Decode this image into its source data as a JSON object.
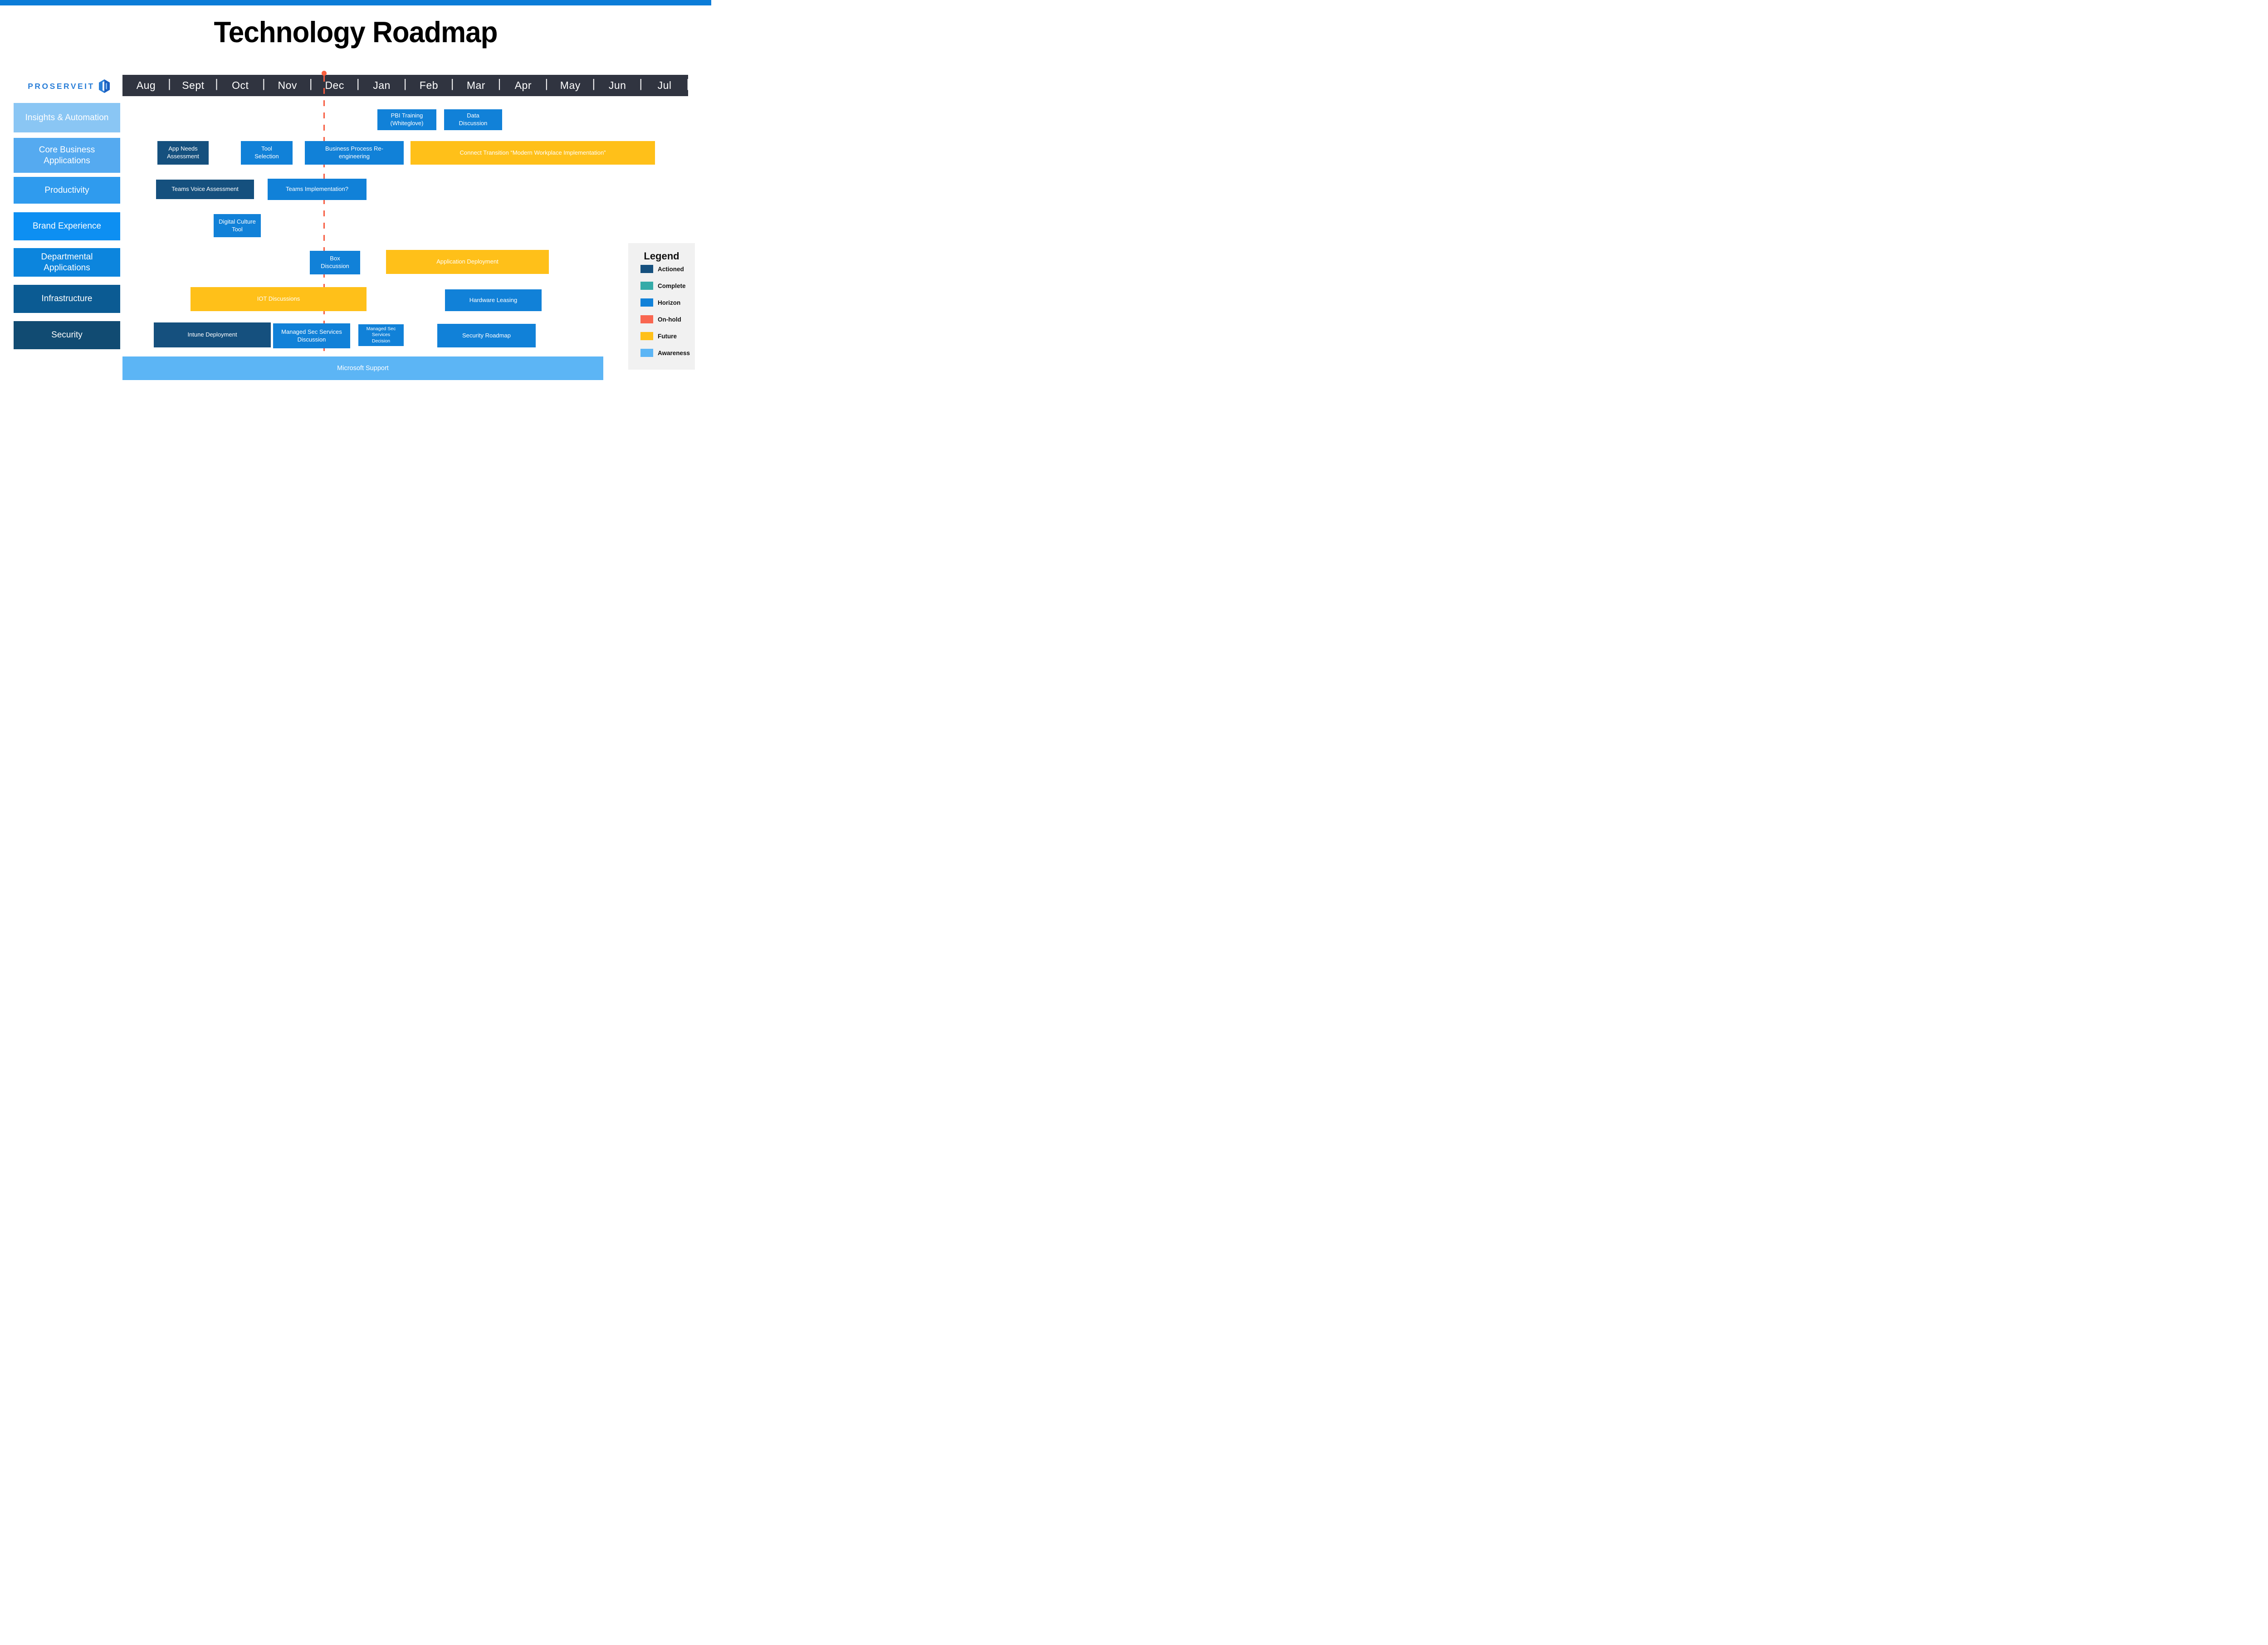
{
  "page": {
    "title": "Technology Roadmap",
    "top_bar_color": "#0b7cd8",
    "background": "#ffffff"
  },
  "logo": {
    "text": "PROSERVEIT"
  },
  "timeline": {
    "months": [
      "Aug",
      "Sept",
      "Oct",
      "Nov",
      "Dec",
      "Jan",
      "Feb",
      "Mar",
      "Apr",
      "May",
      "Jun",
      "Jul"
    ],
    "separator": "|"
  },
  "colors": {
    "actioned": "#15507e",
    "complete": "#35aba8",
    "horizon": "#1181d8",
    "onhold": "#f96650",
    "future": "#ffc019",
    "awareness": "#5cb5f5",
    "header_bg": "#303440",
    "marker": "#fa603e"
  },
  "categories": [
    {
      "label": "Insights & Automation",
      "color": "#8ac6f4",
      "bars": [
        {
          "label": "PBI Training (Whiteglove)",
          "status": "horizon"
        },
        {
          "label": "Data Discussion",
          "status": "horizon"
        }
      ]
    },
    {
      "label": "Core Business Applications",
      "color": "#55aaf0",
      "bars": [
        {
          "label": "App Needs Assessment",
          "status": "actioned"
        },
        {
          "label": "Tool Selection",
          "status": "horizon"
        },
        {
          "label": "Business Process Re-engineering",
          "status": "horizon"
        },
        {
          "label": "Connect Transition “Modern Workplace Implementation”",
          "status": "future"
        }
      ]
    },
    {
      "label": "Productivity",
      "color": "#2f9bee",
      "bars": [
        {
          "label": "Teams Voice Assessment",
          "status": "actioned"
        },
        {
          "label": "Teams Implementation?",
          "status": "horizon"
        }
      ]
    },
    {
      "label": "Brand Experience",
      "color": "#0d8ff2",
      "bars": [
        {
          "label": "Digital Culture Tool",
          "status": "horizon"
        }
      ]
    },
    {
      "label": "Departmental Applications",
      "color": "#0c85dd",
      "bars": [
        {
          "label": "Box Discussion",
          "status": "horizon"
        },
        {
          "label": "Application Deployment",
          "status": "future"
        }
      ]
    },
    {
      "label": "Infrastructure",
      "color": "#0b5b93",
      "bars": [
        {
          "label": "IOT Discussions",
          "status": "future"
        },
        {
          "label": "Hardware Leasing",
          "status": "horizon"
        }
      ]
    },
    {
      "label": "Security",
      "color": "#114b72",
      "bars": [
        {
          "label": "Intune Deployment",
          "status": "actioned"
        },
        {
          "label": "Managed Sec Services Discussion",
          "status": "horizon"
        },
        {
          "label": "Managed Sec Services Decision",
          "status": "horizon"
        },
        {
          "label": "Security Roadmap",
          "status": "horizon"
        }
      ]
    }
  ],
  "support_bar": {
    "label": "Microsoft Support",
    "status": "awareness"
  },
  "legend": {
    "title": "Legend",
    "items": [
      {
        "label": "Actioned",
        "color": "#15507e"
      },
      {
        "label": "Complete",
        "color": "#35aba8"
      },
      {
        "label": "Horizon",
        "color": "#1181d8"
      },
      {
        "label": "On-hold",
        "color": "#f96650"
      },
      {
        "label": "Future",
        "color": "#ffc019"
      },
      {
        "label": "Awareness",
        "color": "#5cb5f5"
      }
    ]
  },
  "chart_data": {
    "type": "bar",
    "subtype": "roadmap-gantt",
    "title": "Technology Roadmap",
    "x_axis": {
      "unit": "month",
      "ticks": [
        "Aug",
        "Sept",
        "Oct",
        "Nov",
        "Dec",
        "Jan",
        "Feb",
        "Mar",
        "Apr",
        "May",
        "Jun",
        "Jul"
      ]
    },
    "marker": {
      "label": "current-date-line",
      "position": "early Dec (between Nov and Dec)",
      "style": "dashed",
      "color": "#fa603e"
    },
    "legend_position": "right",
    "rows": [
      {
        "category": "Insights & Automation",
        "tasks": [
          {
            "label": "PBI Training (Whiteglove)",
            "status": "Horizon",
            "start": "Jan",
            "end": "Feb"
          },
          {
            "label": "Data Discussion",
            "status": "Horizon",
            "start": "Feb",
            "end": "Mar"
          }
        ]
      },
      {
        "category": "Core Business Applications",
        "tasks": [
          {
            "label": "App Needs Assessment",
            "status": "Actioned",
            "start": "Aug",
            "end": "Sept"
          },
          {
            "label": "Tool Selection",
            "status": "Horizon",
            "start": "Oct",
            "end": "Nov"
          },
          {
            "label": "Business Process Re-engineering",
            "status": "Horizon",
            "start": "Nov",
            "end": "Jan"
          },
          {
            "label": "Connect Transition “Modern Workplace Implementation”",
            "status": "Future",
            "start": "Feb",
            "end": "Jul"
          }
        ]
      },
      {
        "category": "Productivity",
        "tasks": [
          {
            "label": "Teams Voice Assessment",
            "status": "Actioned",
            "start": "Aug",
            "end": "Oct"
          },
          {
            "label": "Teams Implementation?",
            "status": "Horizon",
            "start": "Nov",
            "end": "Jan"
          }
        ]
      },
      {
        "category": "Brand Experience",
        "tasks": [
          {
            "label": "Digital Culture Tool",
            "status": "Horizon",
            "start": "Sept",
            "end": "Oct"
          }
        ]
      },
      {
        "category": "Departmental Applications",
        "tasks": [
          {
            "label": "Box Discussion",
            "status": "Horizon",
            "start": "Dec",
            "end": "Jan"
          },
          {
            "label": "Application Deployment",
            "status": "Future",
            "start": "Jan",
            "end": "May"
          }
        ]
      },
      {
        "category": "Infrastructure",
        "tasks": [
          {
            "label": "IOT Discussions",
            "status": "Future",
            "start": "Sept",
            "end": "Jan"
          },
          {
            "label": "Hardware Leasing",
            "status": "Horizon",
            "start": "Feb",
            "end": "Apr"
          }
        ]
      },
      {
        "category": "Security",
        "tasks": [
          {
            "label": "Intune Deployment",
            "status": "Actioned",
            "start": "Aug",
            "end": "Nov"
          },
          {
            "label": "Managed Sec Services Discussion",
            "status": "Horizon",
            "start": "Nov",
            "end": "Dec"
          },
          {
            "label": "Managed Sec Services Decision",
            "status": "Horizon",
            "start": "Dec",
            "end": "Jan"
          },
          {
            "label": "Security Roadmap",
            "status": "Horizon",
            "start": "Feb",
            "end": "Apr"
          }
        ]
      },
      {
        "category": "All",
        "tasks": [
          {
            "label": "Microsoft Support",
            "status": "Awareness",
            "start": "Aug",
            "end": "Jun"
          }
        ]
      }
    ]
  }
}
